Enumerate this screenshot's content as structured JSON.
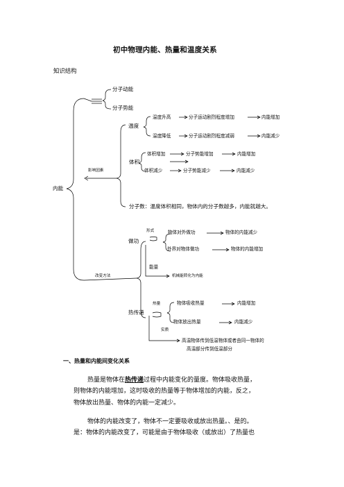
{
  "title": "初中物理内能、热量和温度关系",
  "subtitle": "知识结构",
  "tree": {
    "root": "内能",
    "molecular_kinetic": "分子动能",
    "molecular_potential": "分子势能",
    "factors_label": "影响因素",
    "temperature": {
      "label": "温度",
      "rise": "温度升高",
      "rise_effect": "分子运动剧烈程度增加",
      "rise_result": "内能增加",
      "fall": "温度降低",
      "fall_effect": "分子运动剧烈程度减弱",
      "fall_result": "内能减少"
    },
    "volume": {
      "label": "体积",
      "increase": "体积增加",
      "increase_effect": "分子势能增加",
      "increase_result": "内能增加",
      "decrease": "体积减少",
      "decrease_effect": "分子势能减少",
      "decrease_result": "内能减少"
    },
    "count_line": "分子数：温度体积相同，物体内的分子数越多，内能就越大。",
    "change_label": "改变方法",
    "work": {
      "label": "做功",
      "form": "形式",
      "out": "物体对外做功",
      "out_result": "物体的内能减少",
      "in": "外界对物体做功",
      "in_result": "物体的内能增加",
      "energy": "能量",
      "energy_note": "机械能转化为内能"
    },
    "heat": {
      "label": "热传递",
      "heat": "热量",
      "absorb": "物体吸收热量",
      "absorb_result": "内能增加",
      "release": "物体放出热量",
      "release_result": "内能减少",
      "essence": "实质",
      "essence_line1": "高温物体传到低温物体或者由同一物体的",
      "essence_line2": "高温部分传到低温部分"
    }
  },
  "section1": {
    "heading": "一、热量和内能间变化关系",
    "p1_a": "热量是物体在",
    "p1_term": "热传递",
    "p1_b": "过程中内能变化的量度。物体吸收热量，",
    "p1_line2": "则物体的内能增加，这时吸收的热量等于物体增加的内能，反之，",
    "p1_line3": "物体放出热量、物体的内能一定减少。",
    "p2_line1": "物体的内能改变了，物体不一定要吸收或放出热量。、是的。",
    "p2_line2": "是：物体的内能改变了，可能是由于物体吸收（或放出）了热量也"
  }
}
